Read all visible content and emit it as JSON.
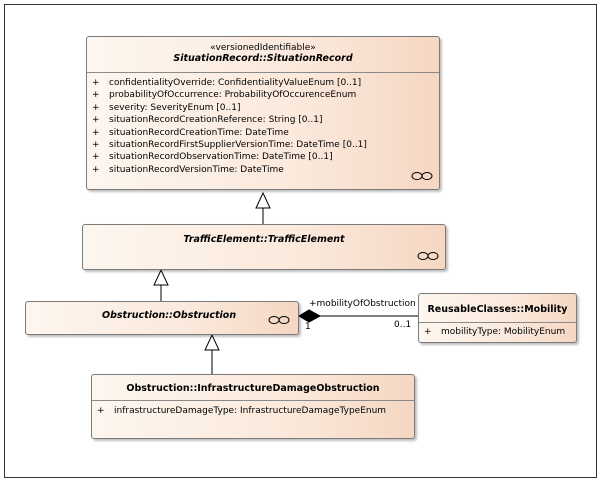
{
  "situation_record": {
    "stereotype": "«versionedIdentifiable»",
    "name": "SituationRecord::SituationRecord",
    "attributes": [
      {
        "vis": "+",
        "text": "confidentialityOverride: ConfidentialityValueEnum [0..1]"
      },
      {
        "vis": "+",
        "text": "probabilityOfOccurrence: ProbabilityOfOccurenceEnum"
      },
      {
        "vis": "+",
        "text": "severity: SeverityEnum [0..1]"
      },
      {
        "vis": "+",
        "text": "situationRecordCreationReference: String [0..1]"
      },
      {
        "vis": "+",
        "text": "situationRecordCreationTime: DateTime"
      },
      {
        "vis": "+",
        "text": "situationRecordFirstSupplierVersionTime: DateTime [0..1]"
      },
      {
        "vis": "+",
        "text": "situationRecordObservationTime: DateTime [0..1]"
      },
      {
        "vis": "+",
        "text": "situationRecordVersionTime: DateTime"
      }
    ]
  },
  "traffic_element": {
    "name": "TrafficElement::TrafficElement"
  },
  "obstruction": {
    "name": "Obstruction::Obstruction"
  },
  "mobility": {
    "name": "ReusableClasses::Mobility",
    "attributes": [
      {
        "vis": "+",
        "text": "mobilityType: MobilityEnum"
      }
    ]
  },
  "infrastructure_damage": {
    "name": "Obstruction::InfrastructureDamageObstruction",
    "attributes": [
      {
        "vis": "+",
        "text": "infrastructureDamageType: InfrastructureDamageTypeEnum"
      }
    ]
  },
  "association": {
    "role": "+mobilityOfObstruction",
    "source_multiplicity": "1",
    "target_multiplicity": "0..1"
  }
}
